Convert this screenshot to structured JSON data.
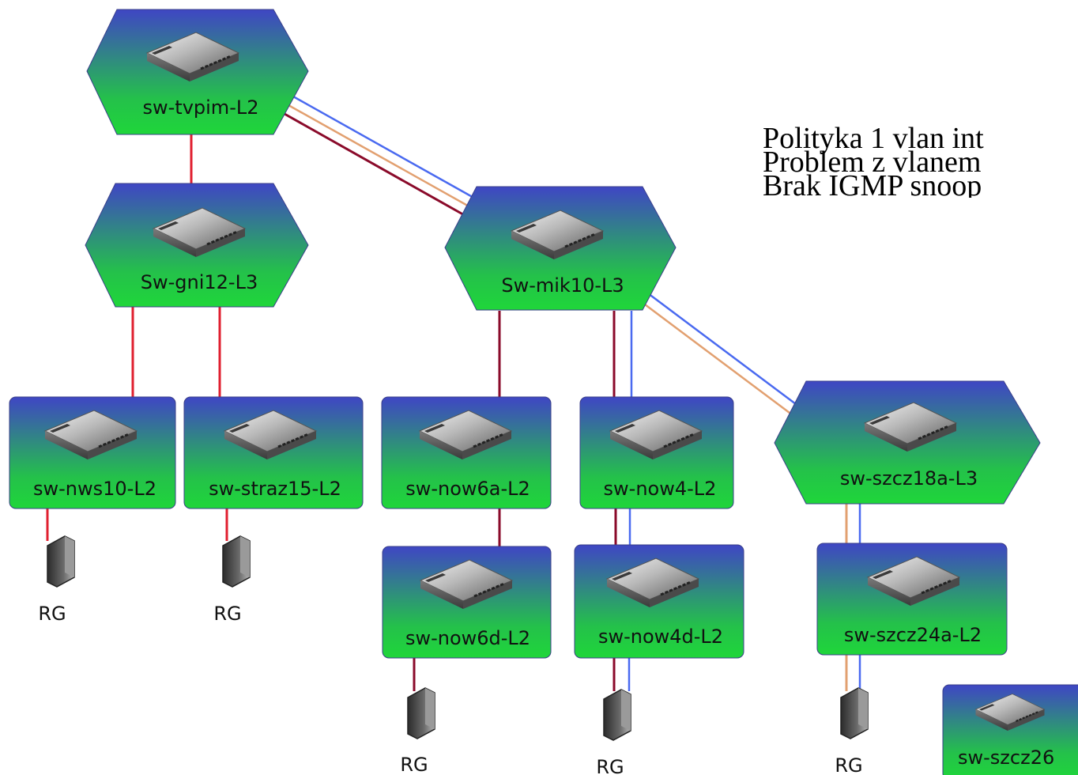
{
  "notes": [
    "Polityka 1 vlan int",
    "Problem z vlanem",
    "Brak IGMP snoop"
  ],
  "colors": {
    "gradient_top": "#3f46c4",
    "gradient_bottom": "#1fd63a",
    "link_red": "#e01f2f",
    "link_darkred": "#8a0a2a",
    "link_blue": "#4a6af0",
    "link_orange": "#e2a070",
    "node_border": "#3a3f8a"
  },
  "nodes": {
    "tvpim": "sw-tvpim-L2",
    "gni12": "Sw-gni12-L3",
    "mik10": "Sw-mik10-L3",
    "nws10": "sw-nws10-L2",
    "straz15": "sw-straz15-L2",
    "now6a": "sw-now6a-L2",
    "now4": "sw-now4-L2",
    "szcz18a": "sw-szcz18a-L3",
    "now6d": "sw-now6d-L2",
    "now4d": "sw-now4d-L2",
    "szcz24a": "sw-szcz24a-L2",
    "szcz26": "sw-szcz26"
  },
  "rg_label": "RG"
}
